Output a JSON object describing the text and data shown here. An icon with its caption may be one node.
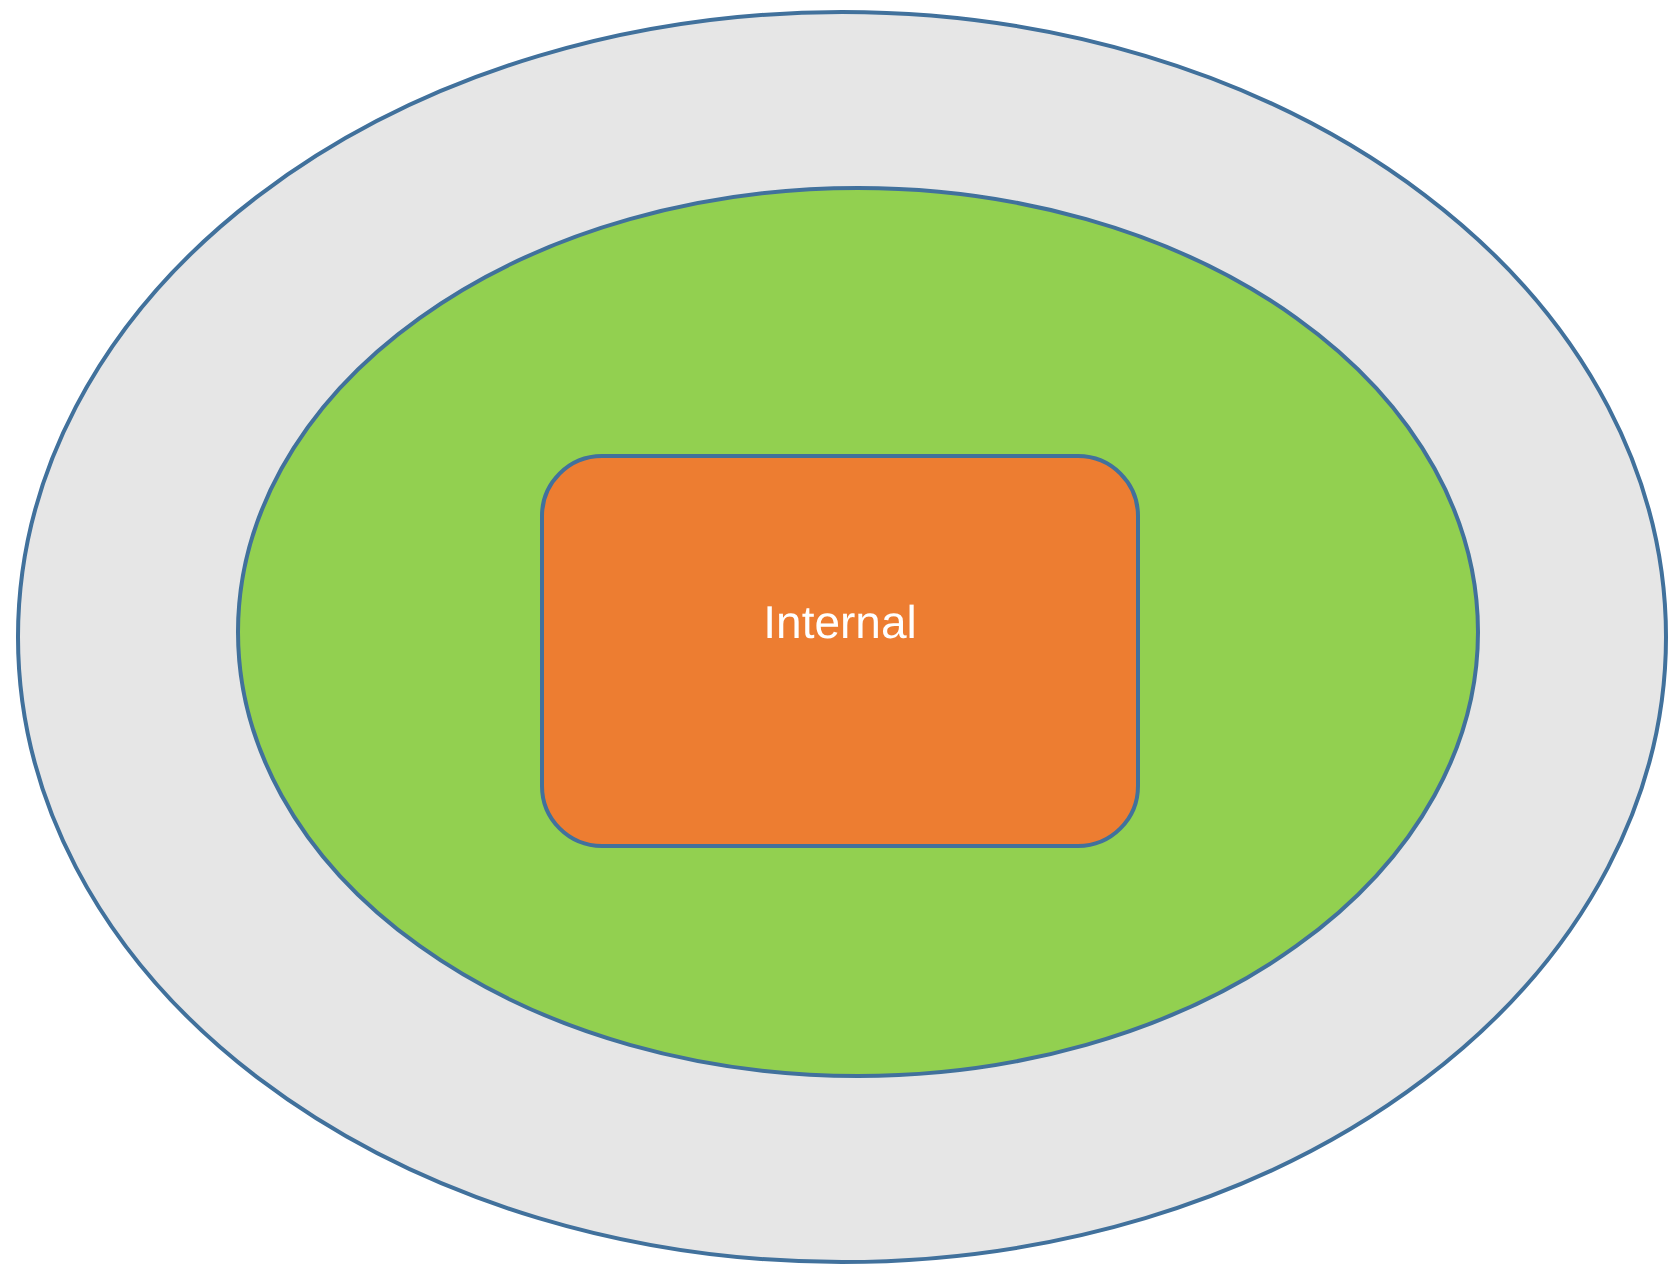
{
  "diagram": {
    "nodes": [
      {
        "text": [],
        "shape": "ellipse"
      },
      {
        "text": [],
        "shape": "ellipse",
        "in": 0
      },
      {
        "text": [
          "Internal"
        ],
        "in": 1
      }
    ]
  }
}
